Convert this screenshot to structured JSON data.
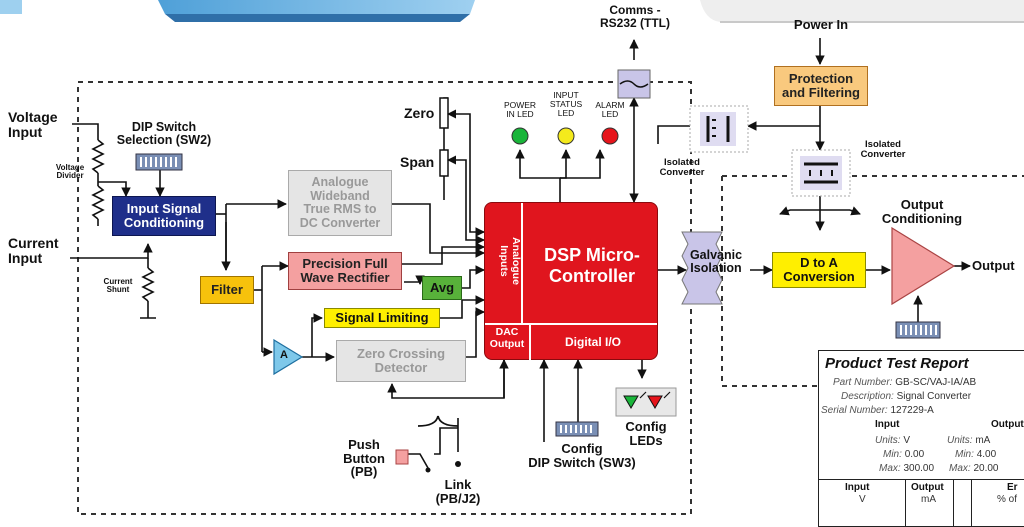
{
  "labels": {
    "comms": "Comms -\nRS232 (TTL)",
    "power_in": "Power In",
    "protection": "Protection\nand Filtering",
    "isolated_converter_right": "Isolated\nConverter",
    "isolated_converter_left": "Isolated\nConverter",
    "voltage_input": "Voltage\nInput",
    "current_input": "Current\nInput",
    "dip_switch_sw2": "DIP Switch\nSelection (SW2)",
    "voltage_divider": "Voltage\nDivider",
    "current_shunt": "Current\nShunt",
    "input_signal_conditioning": "Input Signal\nConditioning",
    "analogue_wideband": "Analogue\nWideband\nTrue RMS to\nDC Converter",
    "zero": "Zero",
    "span": "Span",
    "power_led": "POWER\nIN LED",
    "input_status_led": "INPUT\nSTATUS\nLED",
    "alarm_led": "ALARM\nLED",
    "filter": "Filter",
    "precision_rectifier": "Precision Full\nWave Rectifier",
    "avg": "Avg",
    "signal_limiting": "Signal Limiting",
    "amp_a": "A",
    "zero_crossing": "Zero Crossing\nDetector",
    "dsp": "DSP Micro-\nController",
    "analogue_inputs": "Analogue\nInputs",
    "dac_output": "DAC\nOutput",
    "digital_io": "Digital I/O",
    "galvanic": "Galvanic\nIsolation",
    "d_to_a": "D to A\nConversion",
    "output_conditioning": "Output\nConditioning",
    "output": "Output",
    "push_button": "Push\nButton\n(PB)",
    "link": "Link\n(PB/J2)",
    "config_dip": "Config\nDIP Switch (SW3)",
    "config_leds": "Config\nLEDs"
  },
  "report": {
    "title": "Product Test Report",
    "part_number_key": "Part Number:",
    "part_number": "GB-SC/VAJ-IA/AB",
    "description_key": "Description:",
    "description": "Signal Converter",
    "serial_key": "Serial Number:",
    "serial": "127229-A",
    "input_head": "Input",
    "output_head": "Output",
    "in_units_key": "Units:",
    "in_units": "V",
    "out_units_key": "Units:",
    "out_units": "mA",
    "in_min_key": "Min:",
    "in_min": "0.00",
    "out_min_key": "Min:",
    "out_min": "4.00",
    "in_max_key": "Max:",
    "in_max": "300.00",
    "out_max_key": "Max:",
    "out_max": "20.00",
    "col_input": "Input",
    "col_input_unit": "V",
    "col_output": "Output",
    "col_output_unit": "mA",
    "col_error": "Er",
    "col_error_unit": "% of"
  },
  "colors": {
    "dsp": "#e0151e",
    "navy": "#1f2f8a",
    "orange_block": "#f9c97e",
    "yellow_block": "#ffef00",
    "filter_orange": "#f7c20c",
    "pink": "#f4a0a0",
    "green": "#58b13a",
    "lavender": "#c9c5e8",
    "grey_block": "#e5e5e5",
    "amp_blue": "#7ec8ea",
    "led_green": "#19b53a",
    "led_yellow": "#f4ea1c",
    "led_red": "#e6141b"
  }
}
